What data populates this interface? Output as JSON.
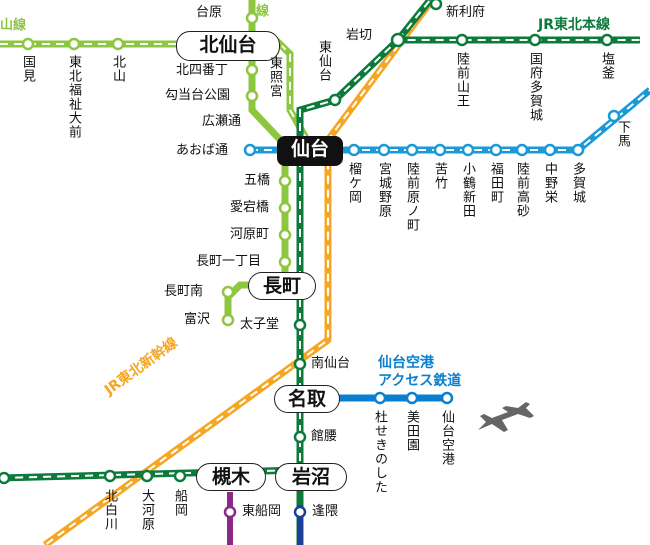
{
  "colors": {
    "tohoku_line": "#8dc63f",
    "tohoku_main": "#0c7a3b",
    "senseki": "#1a9ad7",
    "shinkansen": "#f5a623",
    "airport": "#0a7fcf",
    "subway_namboku": "#2d9b3f",
    "purple": "#8b2a86",
    "blue": "#1f3f96"
  },
  "hubs": {
    "sendai": "仙台",
    "kitasendai": "北仙台",
    "nagamachi": "長町",
    "natori": "名取",
    "tsukinoki": "槻木",
    "iwanuma": "岩沼"
  },
  "line_labels": {
    "senzan_partial": "山線",
    "sen_partial": "線",
    "tohoku_main": "JR東北本線",
    "shinkansen": "JR東北新幹線",
    "airport_line_1": "仙台空港",
    "airport_line_2": "アクセス鉄道"
  },
  "stations": {
    "daihara": "台原",
    "kitayobancho": "北四番丁",
    "koutoudai": "勾当台公園",
    "hirose": "広瀬通",
    "tosho": "東照宮",
    "kunimi": "国見",
    "tohokufukushi": "東北福祉大前",
    "kitayama": "北山",
    "higashisendai": "東仙台",
    "iwakiri": "岩切",
    "shinrifu": "新利府",
    "rikuzensanno": "陸前山王",
    "kokufutagajo": "国府多賀城",
    "shiogama": "塩釜",
    "aobadori": "あおば通",
    "tsutsujigaoka": "榴ケ岡",
    "miyaginono": "宮城野原",
    "rikuzenharanomachi": "陸前原ノ町",
    "nigatake": "苦竹",
    "kozurushinden": "小鶴新田",
    "fukudamachi": "福田町",
    "rikuzentakasago": "陸前高砂",
    "nakanosakae": "中野栄",
    "tagajo": "多賀城",
    "shimoma": "下馬",
    "itsutsubashi": "五橋",
    "atagobashi": "愛宕橋",
    "kawaramachi": "河原町",
    "nagamachi_itchome": "長町一丁目",
    "nagamachi_minami": "長町南",
    "tomizawa": "富沢",
    "taishido": "太子堂",
    "minamisendai": "南仙台",
    "tateyoshi": "館腰",
    "morisekinoshita": "杜せきのした",
    "mitazono": "美田園",
    "sendai_airport": "仙台空港",
    "kitashirakawa": "北白川",
    "ogawara": "大河原",
    "funaoka": "船岡",
    "higashifunaoka": "東船岡",
    "ohkuma": "逢隈"
  },
  "icons": {
    "airplane": "airplane-icon"
  }
}
